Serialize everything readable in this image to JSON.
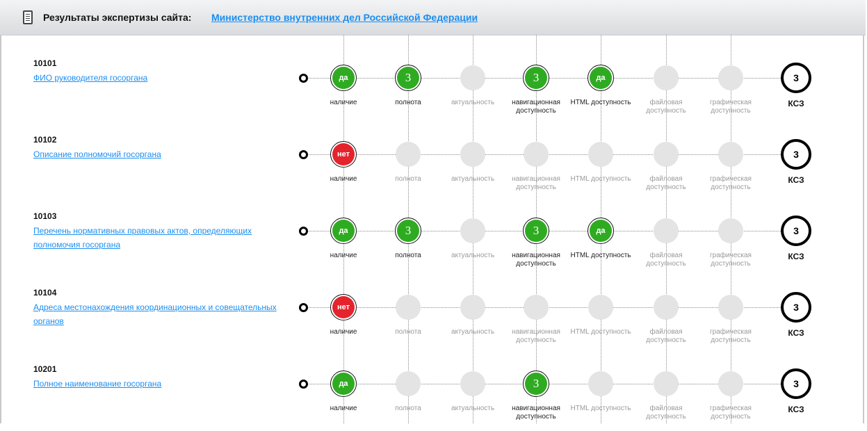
{
  "header": {
    "icon": "document-icon",
    "title": "Результаты экспертизы сайта:",
    "organization": "Министерство внутренних дел Российской Федерации"
  },
  "criteria": [
    "наличие",
    "полнота",
    "актуальность",
    "навигационная доступность",
    "HTML доступность",
    "файловая доступность",
    "графическая доступность"
  ],
  "ksz_label": "КСЗ",
  "colors": {
    "green": "#2fab22",
    "red": "#e5232d",
    "empty": "#e4e4e4",
    "link": "#1b8ef0"
  },
  "rows": [
    {
      "code": "10101",
      "title": "ФИО руководителя госоргана",
      "ksz": "3",
      "nodes": [
        {
          "state": "green",
          "value": "да"
        },
        {
          "state": "green",
          "value": "3"
        },
        {
          "state": "empty",
          "value": ""
        },
        {
          "state": "green",
          "value": "3"
        },
        {
          "state": "green",
          "value": "да"
        },
        {
          "state": "empty",
          "value": ""
        },
        {
          "state": "empty",
          "value": ""
        }
      ]
    },
    {
      "code": "10102",
      "title": "Описание полномочий госоргана",
      "ksz": "3",
      "nodes": [
        {
          "state": "red",
          "value": "нет"
        },
        {
          "state": "empty",
          "value": ""
        },
        {
          "state": "empty",
          "value": ""
        },
        {
          "state": "empty",
          "value": ""
        },
        {
          "state": "empty",
          "value": ""
        },
        {
          "state": "empty",
          "value": ""
        },
        {
          "state": "empty",
          "value": ""
        }
      ]
    },
    {
      "code": "10103",
      "title": "Перечень нормативных правовых актов, определяющих полномочия госоргана",
      "ksz": "3",
      "nodes": [
        {
          "state": "green",
          "value": "да"
        },
        {
          "state": "green",
          "value": "3"
        },
        {
          "state": "empty",
          "value": ""
        },
        {
          "state": "green",
          "value": "3"
        },
        {
          "state": "green",
          "value": "да"
        },
        {
          "state": "empty",
          "value": ""
        },
        {
          "state": "empty",
          "value": ""
        }
      ]
    },
    {
      "code": "10104",
      "title": "Адреса местонахождения координационных и совещательных органов",
      "ksz": "3",
      "nodes": [
        {
          "state": "red",
          "value": "нет"
        },
        {
          "state": "empty",
          "value": ""
        },
        {
          "state": "empty",
          "value": ""
        },
        {
          "state": "empty",
          "value": ""
        },
        {
          "state": "empty",
          "value": ""
        },
        {
          "state": "empty",
          "value": ""
        },
        {
          "state": "empty",
          "value": ""
        }
      ]
    },
    {
      "code": "10201",
      "title": "Полное наименование госоргана",
      "ksz": "3",
      "nodes": [
        {
          "state": "green",
          "value": "да"
        },
        {
          "state": "empty",
          "value": ""
        },
        {
          "state": "empty",
          "value": ""
        },
        {
          "state": "green",
          "value": "3"
        },
        {
          "state": "empty",
          "value": ""
        },
        {
          "state": "empty",
          "value": ""
        },
        {
          "state": "empty",
          "value": ""
        }
      ]
    }
  ]
}
